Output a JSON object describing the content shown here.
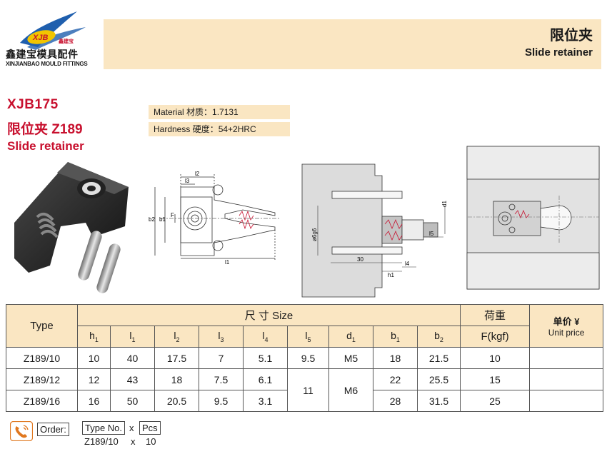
{
  "brand": {
    "logo_text": "XJB",
    "logo_sub": "鑫建宝",
    "name_cn": "鑫建宝模具配件",
    "name_en": "XINJIANBAO MOULD FITTINGS"
  },
  "header": {
    "title_cn": "限位夹",
    "title_en": "Slide retainer"
  },
  "product": {
    "code": "XJB175",
    "name_cn": "限位夹  Z189",
    "name_en": "Slide retainer",
    "material": "Material 材质：1.7131",
    "hardness": "Hardness 硬度：54+2HRC"
  },
  "drawing": {
    "l2": "l2",
    "l3": "l3",
    "l1": "l1",
    "b2": "b2",
    "b1": "b1",
    "F": "F",
    "d1": "d1",
    "l5": "l5",
    "l4": "l4",
    "h1": "h1",
    "thirty": "30",
    "d6g6": "ø6g6"
  },
  "table": {
    "type_label": "Type",
    "size_label": "尺 寸 Size",
    "load_label": "荷重",
    "price_label": "单价 ¥",
    "unit_price_label": "Unit price",
    "columns": [
      "h1",
      "l1",
      "l2",
      "l3",
      "l4",
      "l5",
      "d1",
      "b1",
      "b2",
      "F(kgf)"
    ],
    "rows": [
      {
        "type": "Z189/10",
        "h1": "10",
        "l1": "40",
        "l2": "17.5",
        "l3": "7",
        "l4": "5.1",
        "b1": "18",
        "b2": "21.5",
        "F": "10"
      },
      {
        "type": "Z189/12",
        "h1": "12",
        "l1": "43",
        "l2": "18",
        "l3": "7.5",
        "l4": "6.1",
        "b1": "22",
        "b2": "25.5",
        "F": "15"
      },
      {
        "type": "Z189/16",
        "h1": "16",
        "l1": "50",
        "l2": "20.5",
        "l3": "9.5",
        "l4": "3.1",
        "b1": "28",
        "b2": "31.5",
        "F": "25"
      }
    ],
    "l5_first": "9.5",
    "l5_merged": "11",
    "d1_first": "M5",
    "d1_merged": "M6"
  },
  "order": {
    "label": "Order:",
    "type_no": "Type No.",
    "x1": "x",
    "pcs": "Pcs",
    "example_type": "Z189/10",
    "x2": "x",
    "example_qty": "10"
  },
  "colors": {
    "accent_red": "#c8102e",
    "banner": "#fae6c2",
    "logo_blue": "#1f5fae",
    "logo_yellow": "#f2c500"
  }
}
